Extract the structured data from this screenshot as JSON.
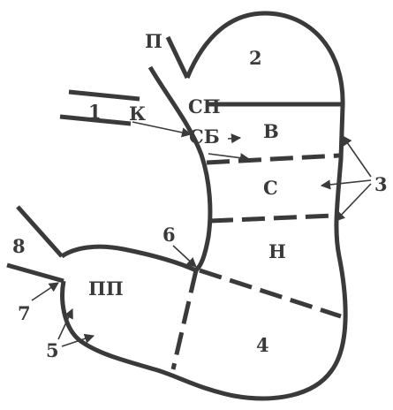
{
  "diagram": {
    "labels": {
      "p": "П",
      "k": "К",
      "sp": "СП",
      "sb": "СБ",
      "v": "В",
      "s": "С",
      "n": "Н",
      "pp": "ПП",
      "n1": "1",
      "n2": "2",
      "n3": "3",
      "n4": "4",
      "n5": "5",
      "n6": "6",
      "n7": "7",
      "n8": "8"
    },
    "colors": {
      "stroke": "#3a3a3a",
      "background": "#ffffff"
    }
  }
}
